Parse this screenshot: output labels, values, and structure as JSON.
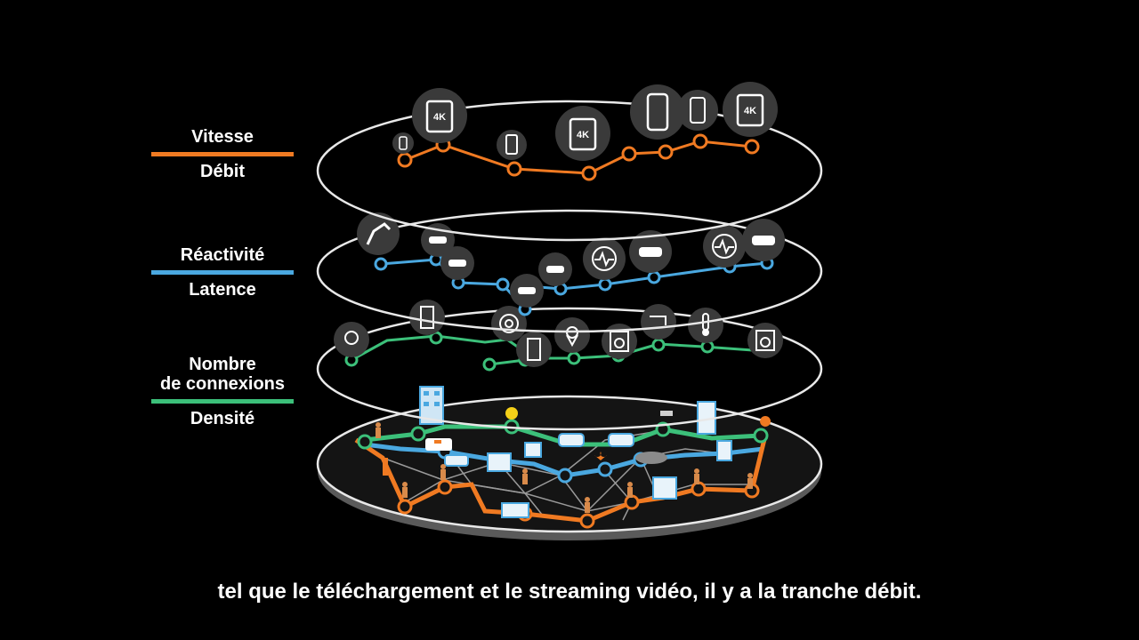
{
  "colors": {
    "speed": "#f07a22",
    "latency": "#4aa8e0",
    "density": "#3cc07a",
    "ring": "#e8e8e8",
    "node_bg": "#3a3a3a"
  },
  "legend": [
    {
      "top": "Vitesse",
      "bottom": "Débit",
      "color": "#f07a22"
    },
    {
      "top": "Réactivité",
      "bottom": "Latence",
      "color": "#4aa8e0"
    },
    {
      "top": "Nombre\nde connexions",
      "bottom": "Densité",
      "color": "#3cc07a"
    }
  ],
  "layers": {
    "speed": {
      "icons": [
        "phone-icon",
        "tablet-4k-icon",
        "phone-icon",
        "tablet-4k-icon",
        "phone-icon",
        "phone-icon",
        "tablet-4k-icon"
      ],
      "icon_label": "4K"
    },
    "latency": {
      "icons": [
        "robot-arm-icon",
        "car-icon",
        "car-icon",
        "car-icon",
        "car-icon",
        "heart-monitor-icon",
        "car-icon",
        "heart-monitor-icon",
        "wifi-car-icon"
      ]
    },
    "density": {
      "icons": [
        "bulb-icon",
        "fridge-icon",
        "speaker-icon",
        "fridge-icon",
        "location-pin-icon",
        "washing-machine-icon",
        "tap-icon",
        "thermometer-icon",
        "washing-machine-icon"
      ]
    }
  },
  "subtitle": "tel que le téléchargement et le streaming vidéo, il y a la tranche débit."
}
